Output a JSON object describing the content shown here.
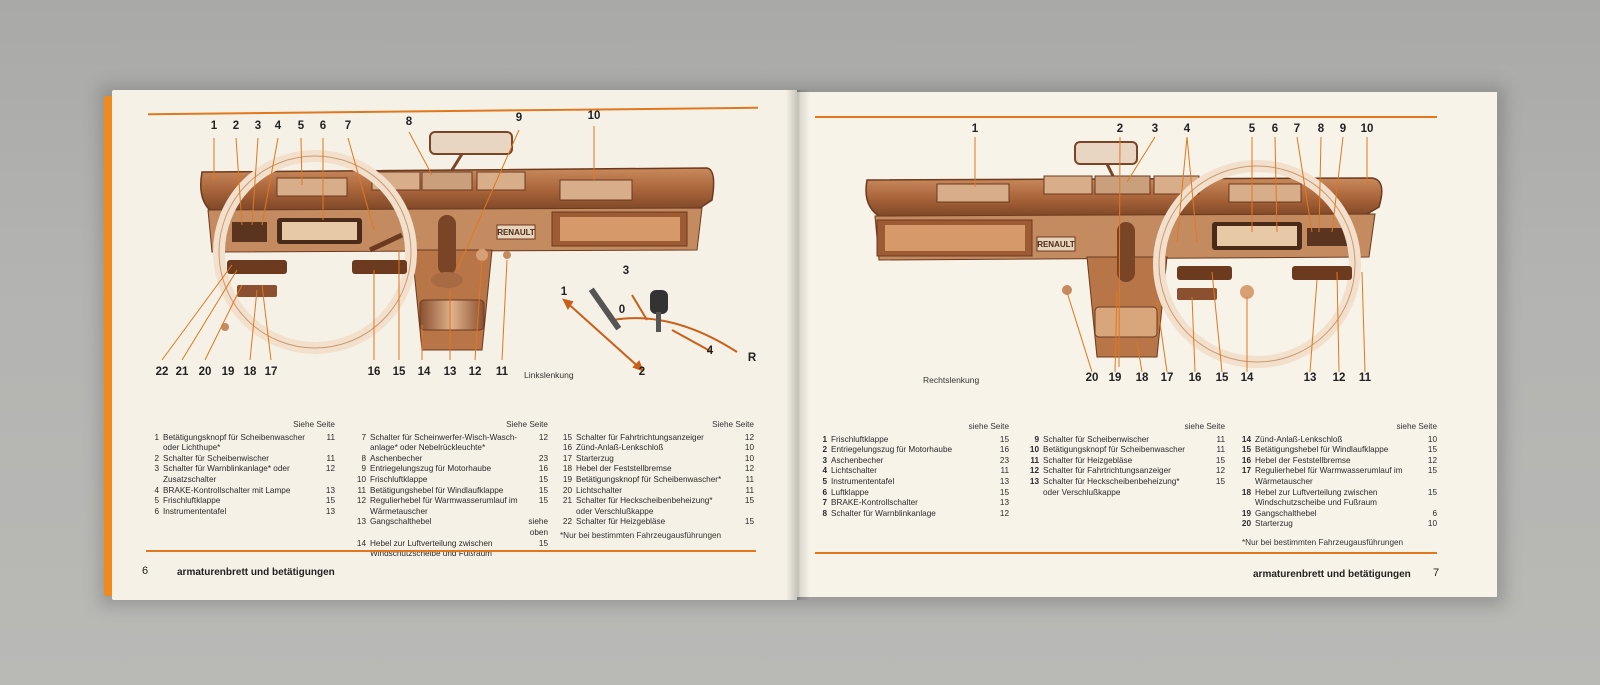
{
  "left": {
    "page_number": "6",
    "footer_title": "armaturenbrett und betätigungen",
    "caption": "Linkslenkung",
    "callouts_top": [
      "1",
      "2",
      "3",
      "4",
      "5",
      "6",
      "7",
      "8",
      "9",
      "10"
    ],
    "callouts_bottom": [
      "22",
      "21",
      "20",
      "19",
      "18",
      "17",
      "16",
      "15",
      "14",
      "13",
      "12",
      "11"
    ],
    "gear_labels": [
      "1",
      "2",
      "3",
      "0",
      "4",
      "R"
    ],
    "columns": [
      {
        "header": "Siehe Seite",
        "items": [
          {
            "n": "1",
            "t": "Betätigungsknopf für Scheibenwascher oder Lichthupe*",
            "p": "11"
          },
          {
            "n": "2",
            "t": "Schalter für Scheibenwischer",
            "p": "11"
          },
          {
            "n": "3",
            "t": "Schalter für Warnblinkanlage* oder Zusatzschalter",
            "p": "12"
          },
          {
            "n": "4",
            "t": "BRAKE-Kontrollschalter mit Lampe",
            "p": "13"
          },
          {
            "n": "5",
            "t": "Frischluftklappe",
            "p": "15"
          },
          {
            "n": "6",
            "t": "Instrumententafel",
            "p": "13"
          }
        ]
      },
      {
        "header": "Siehe Seite",
        "items": [
          {
            "n": "7",
            "t": "Schalter für Scheinwerfer-Wisch-Wasch-anlage* oder Nebelrückleuchte*",
            "p": "12"
          },
          {
            "n": "8",
            "t": "Aschenbecher",
            "p": "23"
          },
          {
            "n": "9",
            "t": "Entriegelungszug für Motorhaube",
            "p": "16"
          },
          {
            "n": "10",
            "t": "Frischluftklappe",
            "p": "15"
          },
          {
            "n": "11",
            "t": "Betätigungshebel für Windlaufklappe",
            "p": "15"
          },
          {
            "n": "12",
            "t": "Regulierhebel für Warmwasserumlauf im Wärmetauscher",
            "p": "15"
          },
          {
            "n": "13",
            "t": "Gangschalthebel",
            "p": "siehe oben"
          },
          {
            "n": "14",
            "t": "Hebel zur Luftverteilung zwischen Windschutzscheibe und Fußraum",
            "p": "15"
          }
        ]
      },
      {
        "header": "Siehe Seite",
        "items": [
          {
            "n": "15",
            "t": "Schalter für Fahrtrichtungsanzeiger",
            "p": "12"
          },
          {
            "n": "16",
            "t": "Zünd-Anlaß-Lenkschloß",
            "p": "10"
          },
          {
            "n": "17",
            "t": "Starterzug",
            "p": "10"
          },
          {
            "n": "18",
            "t": "Hebel der Feststellbremse",
            "p": "12"
          },
          {
            "n": "19",
            "t": "Betätigungsknopf für Scheibenwascher*",
            "p": "11"
          },
          {
            "n": "20",
            "t": "Lichtschalter",
            "p": "11"
          },
          {
            "n": "21",
            "t": "Schalter für Heckscheibenbeheizung* oder Verschlußkappe",
            "p": "15"
          },
          {
            "n": "22",
            "t": "Schalter für Heizgebläse",
            "p": "15"
          }
        ],
        "note": "*Nur bei bestimmten Fahrzeugausführungen"
      }
    ]
  },
  "right": {
    "page_number": "7",
    "footer_title": "armaturenbrett und betätigungen",
    "caption": "Rechtslenkung",
    "callouts_top": [
      "1",
      "2",
      "3",
      "4",
      "5",
      "6",
      "7",
      "8",
      "9",
      "10"
    ],
    "callouts_bottom": [
      "20",
      "19",
      "18",
      "17",
      "16",
      "15",
      "14",
      "13",
      "12",
      "11"
    ],
    "columns": [
      {
        "header": "siehe Seite",
        "items": [
          {
            "n": "1",
            "t": "Frischluftklappe",
            "p": "15"
          },
          {
            "n": "2",
            "t": "Entriegelungszug für Motorhaube",
            "p": "16"
          },
          {
            "n": "3",
            "t": "Aschenbecher",
            "p": "23"
          },
          {
            "n": "4",
            "t": "Lichtschalter",
            "p": "11"
          },
          {
            "n": "5",
            "t": "Instrumententafel",
            "p": "13"
          },
          {
            "n": "6",
            "t": "Luftklappe",
            "p": "15"
          },
          {
            "n": "7",
            "t": "BRAKE-Kontrollschalter",
            "p": "13"
          },
          {
            "n": "8",
            "t": "Schalter für Warnblinkanlage",
            "p": "12"
          }
        ]
      },
      {
        "header": "siehe Seite",
        "items": [
          {
            "n": "9",
            "t": "Schalter für Scheibenwischer",
            "p": "11"
          },
          {
            "n": "10",
            "t": "Betätigungsknopf für Scheibenwascher",
            "p": "11"
          },
          {
            "n": "11",
            "t": "Schalter für Heizgebläse",
            "p": "15"
          },
          {
            "n": "12",
            "t": "Schalter für Fahrtrichtungsanzeiger",
            "p": "12"
          },
          {
            "n": "13",
            "t": "Schalter für Heckscheibenbeheizung* oder Verschlußkappe",
            "p": "15"
          }
        ]
      },
      {
        "header": "siehe Seite",
        "items": [
          {
            "n": "14",
            "t": "Zünd-Anlaß-Lenkschloß",
            "p": "10"
          },
          {
            "n": "15",
            "t": "Betätigungshebel für Windlaufklappe",
            "p": "15"
          },
          {
            "n": "16",
            "t": "Hebel der Feststellbremse",
            "p": "12"
          },
          {
            "n": "17",
            "t": "Regulierhebel für Warmwasserumlauf im Wärmetauscher",
            "p": "15"
          },
          {
            "n": "18",
            "t": "Hebel zur Luftverteilung zwischen Windschutzscheibe und Fußraum",
            "p": "15"
          },
          {
            "n": "19",
            "t": "Gangschalthebel",
            "p": "6"
          },
          {
            "n": "20",
            "t": "Starterzug",
            "p": "10"
          }
        ],
        "note": "*Nur bei bestimmten Fahrzeugausführungen"
      }
    ]
  },
  "brand_badge": "RENAULT",
  "colors": {
    "accent": "#e0781f",
    "dash": "#b8744a",
    "dash_dark": "#7a4526",
    "page": "#f5f1e6",
    "cover": "#f08a1c"
  }
}
